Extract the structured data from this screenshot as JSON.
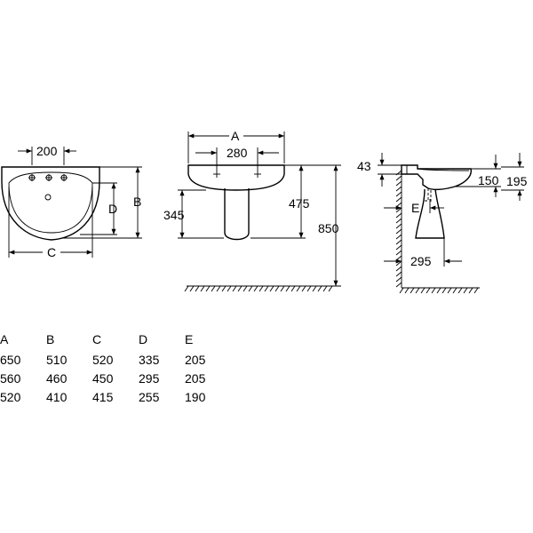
{
  "labels": {
    "top_200": "200",
    "top_B": "B",
    "top_D": "D",
    "top_C": "C",
    "front_A": "A",
    "front_280": "280",
    "front_345": "345",
    "front_475": "475",
    "front_850": "850",
    "side_43": "43",
    "side_150": "150",
    "side_195": "195",
    "side_E": "E",
    "side_295": "295"
  },
  "table": {
    "headers": [
      "A",
      "B",
      "C",
      "D",
      "E"
    ],
    "rows": [
      [
        "650",
        "510",
        "520",
        "335",
        "205"
      ],
      [
        "560",
        "460",
        "450",
        "295",
        "205"
      ],
      [
        "520",
        "410",
        "415",
        "255",
        "190"
      ]
    ]
  }
}
